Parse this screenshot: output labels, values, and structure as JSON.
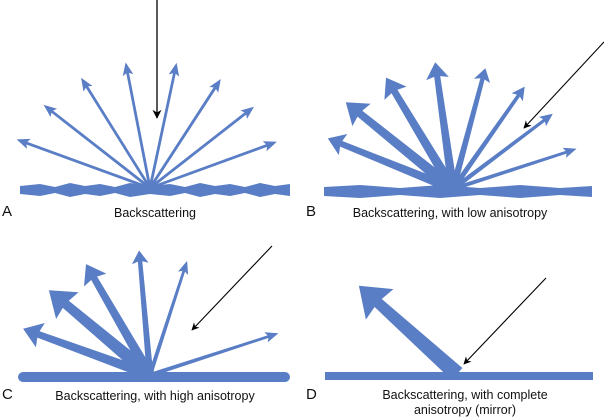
{
  "colors": {
    "scatter": "#5A7EC5",
    "incident": "#000000"
  },
  "panels": [
    {
      "id": "A",
      "label": "A",
      "caption": "Backscattering",
      "surface": "rough",
      "incident_direction": "vertical",
      "scattered_rays": [
        {
          "angle_deg": 160,
          "weight": 1
        },
        {
          "angle_deg": 142,
          "weight": 1
        },
        {
          "angle_deg": 122,
          "weight": 1
        },
        {
          "angle_deg": 101,
          "weight": 1
        },
        {
          "angle_deg": 78,
          "weight": 1
        },
        {
          "angle_deg": 57,
          "weight": 1
        },
        {
          "angle_deg": 38,
          "weight": 1
        },
        {
          "angle_deg": 20,
          "weight": 1
        }
      ]
    },
    {
      "id": "B",
      "label": "B",
      "caption": "Backscattering, with low anisotropy",
      "surface": "semi-rough",
      "incident_direction": "oblique",
      "scattered_rays": [
        {
          "angle_deg": 158,
          "weight": 3
        },
        {
          "angle_deg": 141,
          "weight": 4
        },
        {
          "angle_deg": 121,
          "weight": 3.5
        },
        {
          "angle_deg": 98,
          "weight": 3
        },
        {
          "angle_deg": 75,
          "weight": 2
        },
        {
          "angle_deg": 55,
          "weight": 1.5
        },
        {
          "angle_deg": 37,
          "weight": 1.2
        },
        {
          "angle_deg": 18,
          "weight": 1
        }
      ]
    },
    {
      "id": "C",
      "label": "C",
      "caption": "Backscattering, with high anisotropy",
      "surface": "smooth",
      "incident_direction": "oblique",
      "scattered_rays": [
        {
          "angle_deg": 160,
          "weight": 3.5
        },
        {
          "angle_deg": 140,
          "weight": 5
        },
        {
          "angle_deg": 120,
          "weight": 3.5
        },
        {
          "angle_deg": 95,
          "weight": 2
        },
        {
          "angle_deg": 72,
          "weight": 1
        },
        {
          "angle_deg": 18,
          "weight": 1
        }
      ]
    },
    {
      "id": "D",
      "label": "D",
      "caption_line1": "Backscattering, with complete",
      "caption_line2": "anisotropy (mirror)",
      "surface": "mirror",
      "incident_direction": "oblique",
      "scattered_rays": [
        {
          "angle_deg": 138,
          "weight": 6
        }
      ]
    }
  ]
}
